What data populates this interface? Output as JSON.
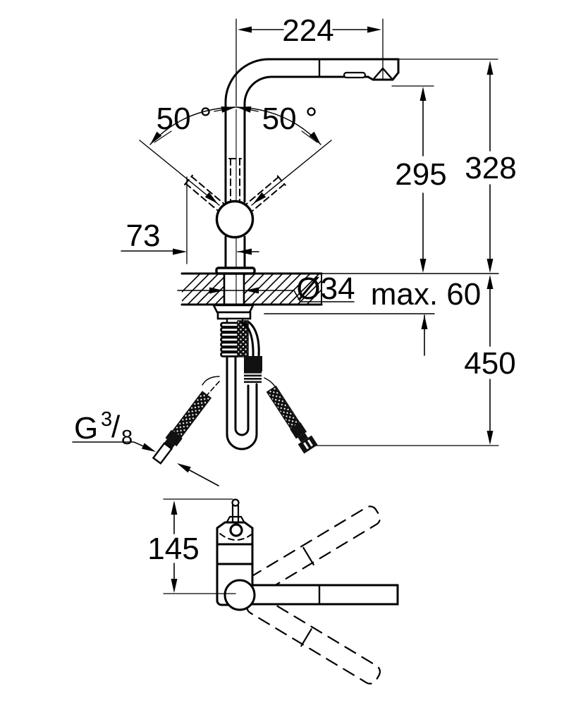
{
  "figure": {
    "type": "technical-drawing",
    "subject": "Kitchen faucet installation drawing, side view with mounting dimensions and top view with swivel range",
    "dimensions": {
      "spout_reach": "224",
      "angle_left": "50 °",
      "angle_right": "50 °",
      "height_to_outlet": "295",
      "height_to_top": "328",
      "handle_projection": "73",
      "hole_diameter": "Ø34",
      "max_deck_thickness": "max. 60",
      "below_deck_length": "450",
      "top_view_height": "145",
      "thread": {
        "g": "G",
        "sup": "3",
        "slash": "/",
        "sub": "8"
      }
    }
  }
}
